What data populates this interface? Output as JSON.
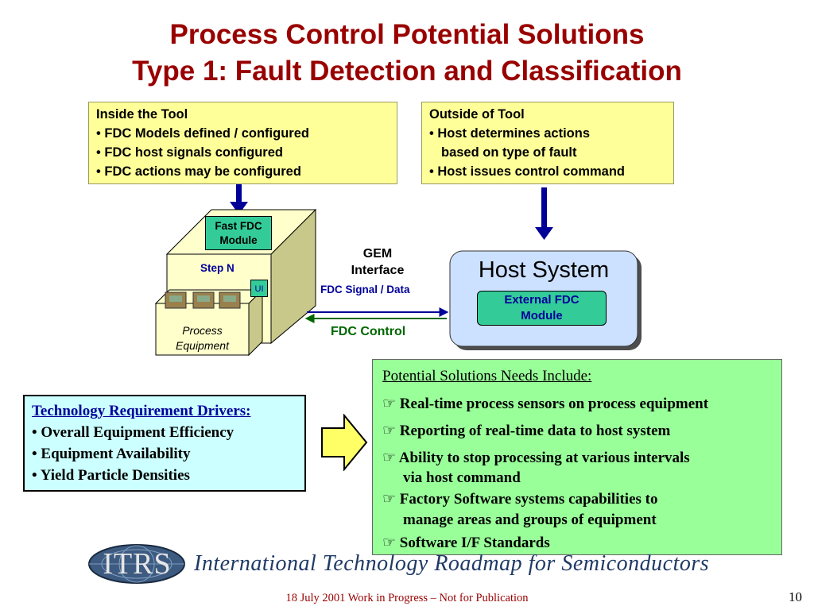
{
  "title": {
    "line1": "Process Control Potential Solutions",
    "line2": "Type 1: Fault Detection and Classification"
  },
  "inside_box": {
    "heading": "Inside the Tool",
    "bullets": [
      "FDC Models defined / configured",
      "FDC host signals configured",
      "FDC actions may be configured"
    ]
  },
  "outside_box": {
    "heading": "Outside of Tool",
    "bullet1_line1": "Host determines actions",
    "bullet1_line2": "based on type of fault",
    "bullet2": "Host issues control command"
  },
  "equipment": {
    "fast_fdc": "Fast FDC",
    "module": "Module",
    "step": "Step N",
    "ui": "UI",
    "process": "Process",
    "equipment": "Equipment"
  },
  "gem": {
    "line1": "GEM",
    "line2": "Interface",
    "fdc_signal": "FDC Signal",
    "slash": " / ",
    "data": "Data",
    "fdc_control": "FDC Control"
  },
  "host": {
    "title": "Host System",
    "ext_line1": "External FDC",
    "ext_line2": "Module"
  },
  "drivers": {
    "heading": "Technology Requirement Drivers:",
    "items": [
      "Overall Equipment Efficiency",
      "Equipment Availability",
      "Yield Particle Densities"
    ]
  },
  "solutions": {
    "heading": "Potential Solutions Needs Include:",
    "items": [
      {
        "l1": "Real-time process sensors on process equipment"
      },
      {
        "l1": "Reporting of real-time data to host system"
      },
      {
        "l1": "Ability to stop processing at various intervals",
        "l2": "via host command"
      },
      {
        "l1": "Factory Software systems capabilities to",
        "l2": "manage areas and groups of equipment"
      },
      {
        "l1": "Software I/F Standards"
      }
    ]
  },
  "logo": {
    "mark": "ITRS",
    "name": "International Technology Roadmap for Semiconductors"
  },
  "footer": {
    "text": "18 July 2001 Work in Progress – Not for Publication",
    "page": "10"
  },
  "colors": {
    "title": "#990000",
    "callout": "#ffff99",
    "navy": "#000099",
    "green_text": "#006600",
    "solutions_bg": "#99ff99",
    "drivers_bg": "#ccffff",
    "host_bg": "#cce0ff",
    "module_bg": "#33cc99"
  }
}
